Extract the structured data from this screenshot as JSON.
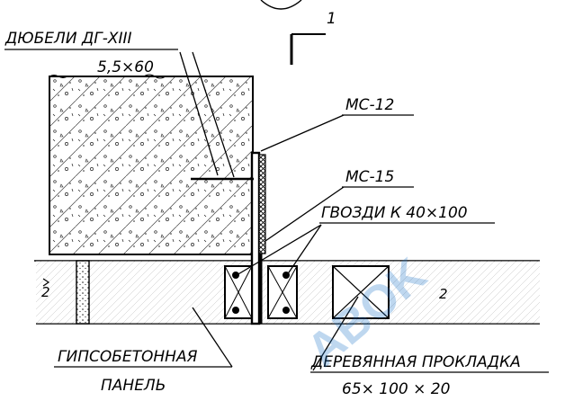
{
  "labels": {
    "dowels_name": "ДЮБЕЛИ ДГ-XIII",
    "dowels_size": "5,5×60",
    "mc12": "МС-12",
    "mc15": "МС-15",
    "nails": "ГВОЗДИ К 40×100",
    "panel_line1": "ГИПСОБЕТОННАЯ",
    "panel_line2": "ПАНЕЛЬ",
    "pad_line1": "ДЕРЕВЯННАЯ ПРОКЛАДКА",
    "pad_line2": "65× 100 × 20",
    "section_mark": "1",
    "dim_left": "2",
    "dim_right": "2"
  },
  "watermark": {
    "text": "ABOK",
    "color": "#1a73c7"
  }
}
